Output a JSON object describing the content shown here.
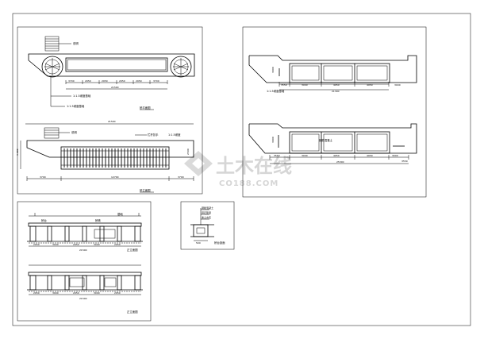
{
  "watermark": {
    "main": "土木在线",
    "sub": "CO188.COM"
  },
  "panel_a": {
    "plan_dims": [
      "3700",
      "2950",
      "2950",
      "2950",
      "2950",
      "3700"
    ],
    "plan_total": "21500",
    "annotations": [
      "说明",
      "1:1.5坡度基础",
      "1:1.5坡度基础"
    ],
    "elev_dims": [
      "3700",
      "12700",
      "3700"
    ],
    "elev_labels": [
      "说明",
      "栏杆扶手",
      "1:1.5坡度"
    ],
    "titles": [
      "桥平面图",
      "桥立面图"
    ],
    "side_dims": [
      "3.000",
      "2500"
    ]
  },
  "panel_b": {
    "upper_dims": [
      "3550",
      "3000",
      "4950",
      "4950",
      "3000"
    ],
    "upper_total": "21300",
    "lower_dims": [
      "3550",
      "3000",
      "4950",
      "4950",
      "3000",
      "3550"
    ],
    "lower_total": "25300",
    "labels": [
      "1:1.5坡度基础",
      "钢筋混凝土"
    ],
    "side_dims": [
      "3000",
      "3000"
    ]
  },
  "panel_c": {
    "upper_dims": [
      "2950",
      "3000",
      "2950",
      "3000",
      "2950"
    ],
    "upper_total": "21500",
    "lower_dims": [
      "2950",
      "3000",
      "2950",
      "3000",
      "2950"
    ],
    "lower_total": "21500",
    "labels": [
      "基础",
      "桥台",
      "桥墩"
    ],
    "titles": [
      "正立面图",
      "正立面图"
    ]
  },
  "panel_d": {
    "labels": [
      "钢筋混凝土",
      "碎石垫层",
      "素土夯实"
    ],
    "dims": [
      "500"
    ],
    "title": "桥台剖面"
  }
}
